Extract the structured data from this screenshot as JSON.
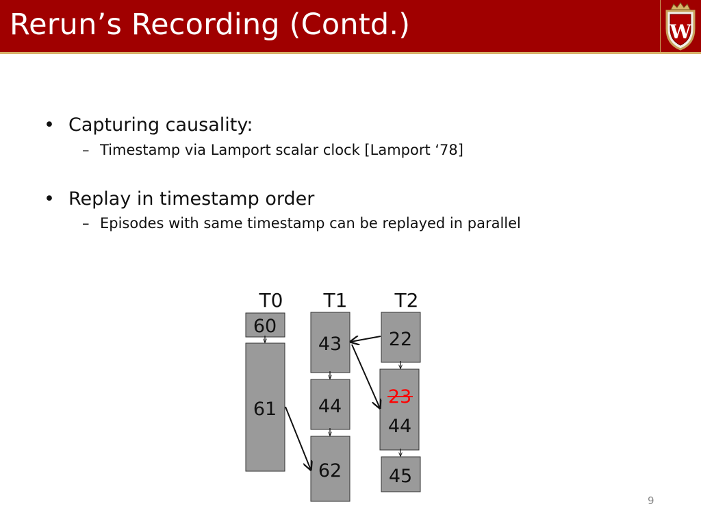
{
  "header": {
    "title": "Rerun’s Recording (Contd.)",
    "logo_letter": "W"
  },
  "bullets": [
    {
      "text": "Capturing causality:",
      "sub": "Timestamp via Lamport scalar clock [Lamport ‘78]"
    },
    {
      "text": "Replay in timestamp order",
      "sub": "Episodes with same timestamp can be replayed in parallel"
    }
  ],
  "bullet_glyph": "•",
  "sub_glyph": "–",
  "diagram": {
    "threads": [
      "T0",
      "T1",
      "T2"
    ],
    "t0": [
      "60",
      "61"
    ],
    "t1": [
      "43",
      "44",
      "62"
    ],
    "t2": [
      "22",
      "23",
      "44",
      "45"
    ],
    "struck_color": "#ff0000"
  },
  "page_number": "9",
  "colors": {
    "header_bg": "#a00000",
    "header_line": "#d8b26a",
    "box_fill": "#9a9a9a"
  }
}
